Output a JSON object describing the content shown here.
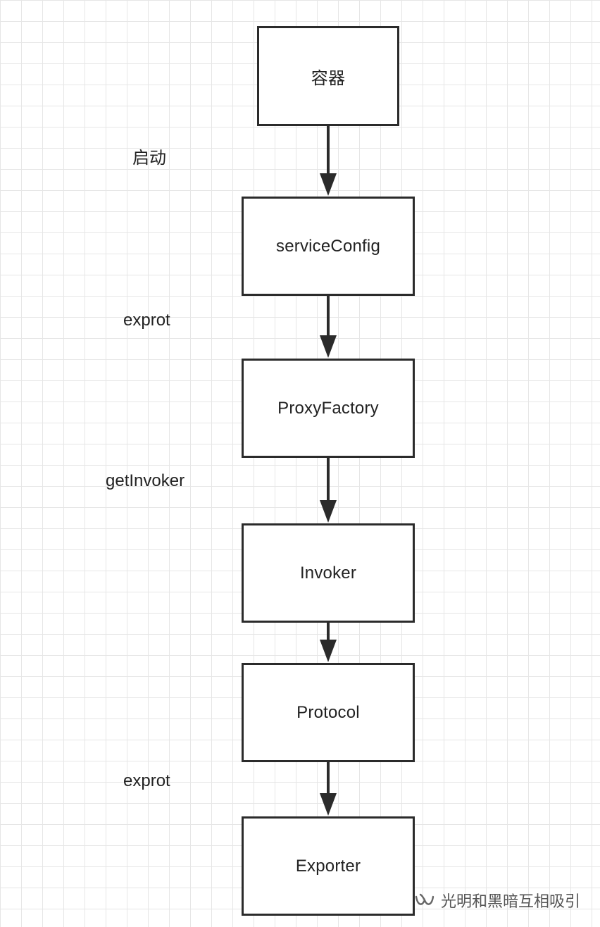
{
  "nodes": [
    {
      "id": "container",
      "label": "容器"
    },
    {
      "id": "service-config",
      "label": "serviceConfig"
    },
    {
      "id": "proxy-factory",
      "label": "ProxyFactory"
    },
    {
      "id": "invoker",
      "label": "Invoker"
    },
    {
      "id": "protocol",
      "label": "Protocol"
    },
    {
      "id": "exporter",
      "label": "Exporter"
    }
  ],
  "edges": [
    {
      "from": "container",
      "to": "service-config",
      "label": "启动"
    },
    {
      "from": "service-config",
      "to": "proxy-factory",
      "label": "exprot"
    },
    {
      "from": "proxy-factory",
      "to": "invoker",
      "label": "getInvoker"
    },
    {
      "from": "invoker",
      "to": "protocol",
      "label": ""
    },
    {
      "from": "protocol",
      "to": "exporter",
      "label": "exprot"
    }
  ],
  "watermark": {
    "text": "光明和黑暗互相吸引",
    "icon": "wechat-channel-icon"
  },
  "colors": {
    "stroke": "#2b2b2b",
    "grid": "#e6e6e6",
    "background": "#ffffff"
  }
}
